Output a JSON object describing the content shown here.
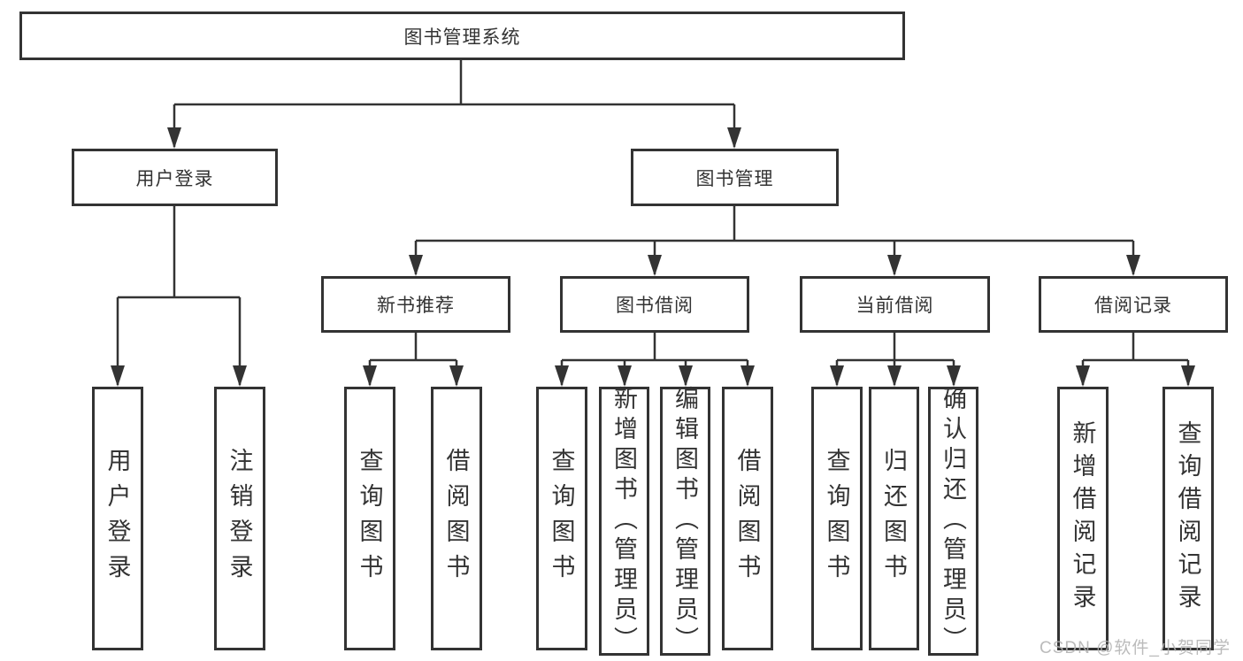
{
  "diagram": {
    "title_node": "图书管理系统"
  },
  "tree": {
    "root": {
      "label": "图书管理系统"
    },
    "children": [
      {
        "label": "用户登录",
        "children": [
          {
            "label": "用户登录"
          },
          {
            "label": "注销登录"
          }
        ]
      },
      {
        "label": "图书管理",
        "children": [
          {
            "label": "新书推荐",
            "children": [
              {
                "label": "查询图书"
              },
              {
                "label": "借阅图书"
              }
            ]
          },
          {
            "label": "图书借阅",
            "children": [
              {
                "label": "查询图书"
              },
              {
                "label": "新增图书（管理员）"
              },
              {
                "label": "编辑图书（管理员）"
              },
              {
                "label": "借阅图书"
              }
            ]
          },
          {
            "label": "当前借阅",
            "children": [
              {
                "label": "查询图书"
              },
              {
                "label": "归还图书"
              },
              {
                "label": "确认归还（管理员）"
              }
            ]
          },
          {
            "label": "借阅记录",
            "children": [
              {
                "label": "新增借阅记录"
              },
              {
                "label": "查询借阅记录"
              }
            ]
          }
        ]
      }
    ]
  },
  "watermark": {
    "text": "CSDN @软件_小贺同学"
  },
  "colors": {
    "line": "#333333",
    "box_border": "#333333",
    "text": "#333333",
    "watermark": "#b2b2b2",
    "background": "#ffffff"
  }
}
